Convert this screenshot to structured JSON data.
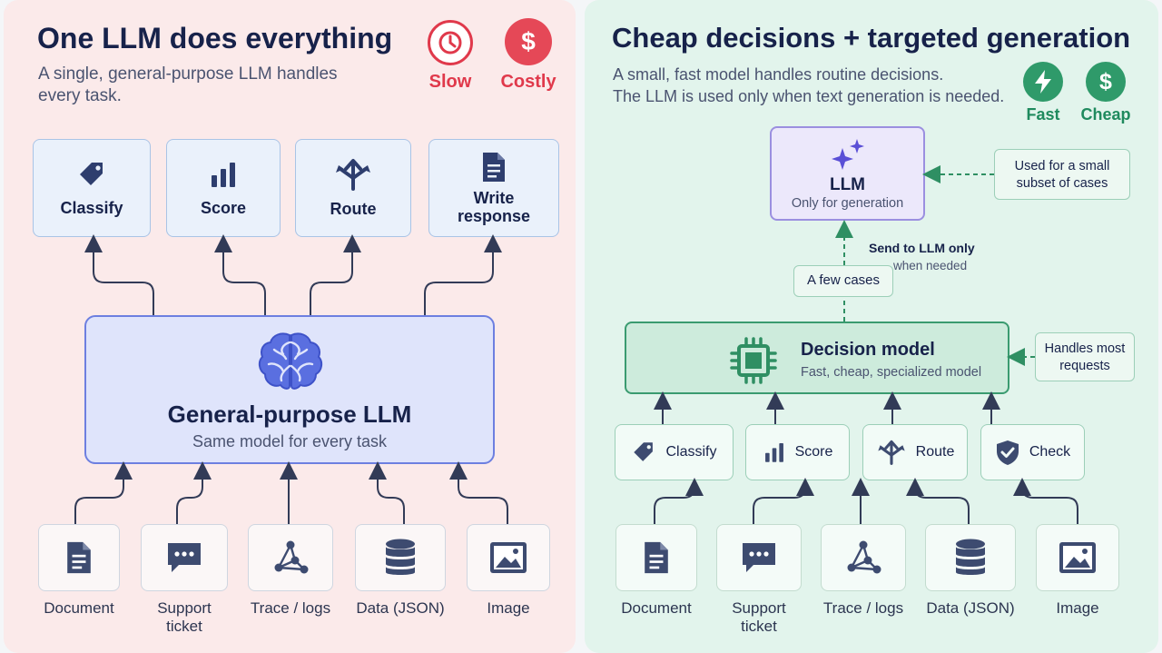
{
  "left": {
    "title": "One LLM does everything",
    "subtitle_line1": "A single, general-purpose LLM handles",
    "subtitle_line2": "every task.",
    "badges": [
      {
        "label": "Slow",
        "icon": "clock-icon",
        "color": "#e0394b"
      },
      {
        "label": "Costly",
        "icon": "dollar-icon",
        "color": "#e0394b"
      }
    ],
    "tasks": [
      {
        "label": "Classify",
        "icon": "tag-icon"
      },
      {
        "label": "Score",
        "icon": "bar-chart-icon"
      },
      {
        "label": "Route",
        "icon": "route-arrows-icon"
      },
      {
        "label_line1": "Write",
        "label_line2": "response",
        "icon": "document-icon"
      }
    ],
    "llm": {
      "title": "General-purpose LLM",
      "subtitle": "Same model for every task",
      "icon": "brain-icon"
    },
    "inputs": [
      {
        "label": "Document",
        "icon": "document-icon"
      },
      {
        "label_line1": "Support",
        "label_line2": "ticket",
        "icon": "chat-icon"
      },
      {
        "label": "Trace / logs",
        "icon": "graph-icon"
      },
      {
        "label": "Data (JSON)",
        "icon": "database-icon"
      },
      {
        "label": "Image",
        "icon": "image-icon"
      }
    ]
  },
  "right": {
    "title": "Cheap decisions + targeted generation",
    "subtitle_line1": "A small, fast model handles routine decisions.",
    "subtitle_line2": "The LLM is used only when text generation is needed.",
    "badges": [
      {
        "label": "Fast",
        "icon": "lightning-icon",
        "color": "#1f8a5e"
      },
      {
        "label": "Cheap",
        "icon": "dollar-icon",
        "color": "#1f8a5e"
      }
    ],
    "llm": {
      "title": "LLM",
      "subtitle": "Only for generation",
      "icon": "sparkle-icon"
    },
    "llm_note_line1": "Used for a small",
    "llm_note_line2": "subset of cases",
    "send_line1": "Send to LLM only",
    "send_line2": "when needed",
    "few_cases": "A few cases",
    "decision": {
      "title": "Decision model",
      "subtitle": "Fast, cheap, specialized model",
      "icon": "chip-icon"
    },
    "decision_note_line1": "Handles most",
    "decision_note_line2": "requests",
    "tasks": [
      {
        "label": "Classify",
        "icon": "tag-icon"
      },
      {
        "label": "Score",
        "icon": "bar-chart-icon"
      },
      {
        "label": "Route",
        "icon": "route-arrows-icon"
      },
      {
        "label": "Check",
        "icon": "shield-check-icon"
      }
    ],
    "inputs": [
      {
        "label": "Document",
        "icon": "document-icon"
      },
      {
        "label_line1": "Support",
        "label_line2": "ticket",
        "icon": "chat-icon"
      },
      {
        "label": "Trace / logs",
        "icon": "graph-icon"
      },
      {
        "label": "Data (JSON)",
        "icon": "database-icon"
      },
      {
        "label": "Image",
        "icon": "image-icon"
      }
    ]
  }
}
